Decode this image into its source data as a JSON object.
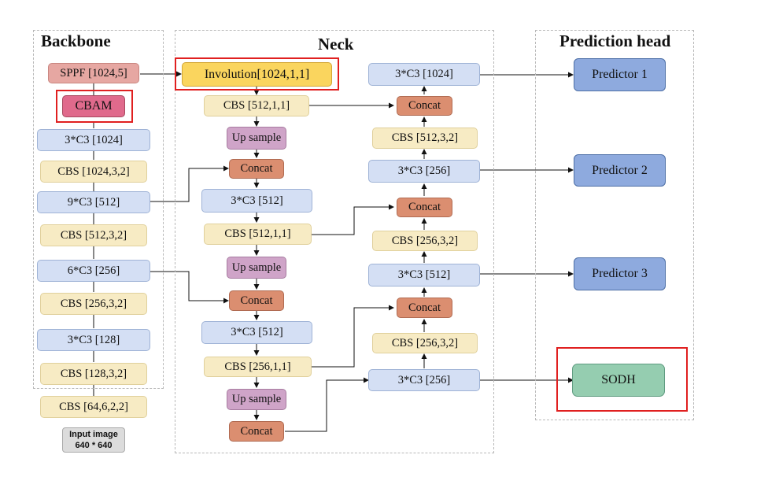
{
  "panels": {
    "backbone": "Backbone",
    "neck": "Neck",
    "head": "Prediction head"
  },
  "backbone": {
    "sppf": "SPPF [1024,5]",
    "cbam": "CBAM",
    "c3_1024": "3*C3 [1024]",
    "cbs_1024": "CBS [1024,3,2]",
    "c3_512": "9*C3 [512]",
    "cbs_512": "CBS [512,3,2]",
    "c3_256": "6*C3 [256]",
    "cbs_256": "CBS [256,3,2]",
    "c3_128": "3*C3 [128]",
    "cbs_128": "CBS [128,3,2]",
    "cbs_64": "CBS [64,6,2,2]",
    "input_line1": "Input image",
    "input_line2": "640 * 640"
  },
  "neck_left": {
    "involution": "Involution[1024,1,1]",
    "cbs_512_a": "CBS [512,1,1]",
    "upsample_1": "Up sample",
    "concat_1": "Concat",
    "c3_512_a": "3*C3 [512]",
    "cbs_512_b": "CBS [512,1,1]",
    "upsample_2": "Up sample",
    "concat_2": "Concat",
    "c3_512_b": "3*C3 [512]",
    "cbs_256": "CBS [256,1,1]",
    "upsample_3": "Up sample",
    "concat_3": "Concat"
  },
  "neck_right": {
    "c3_1024": "3*C3 [1024]",
    "concat_a": "Concat",
    "cbs_512": "CBS [512,3,2]",
    "c3_256_a": "3*C3 [256]",
    "concat_b": "Concat",
    "cbs_256_a": "CBS [256,3,2]",
    "c3_512": "3*C3 [512]",
    "concat_c": "Concat",
    "cbs_256_b": "CBS [256,3,2]",
    "c3_256_b": "3*C3 [256]"
  },
  "head": {
    "predictor_1": "Predictor 1",
    "predictor_2": "Predictor 2",
    "predictor_3": "Predictor 3",
    "sodh": "SODH"
  },
  "colors": {
    "highlight": "#e02020",
    "wire": "#111111"
  }
}
